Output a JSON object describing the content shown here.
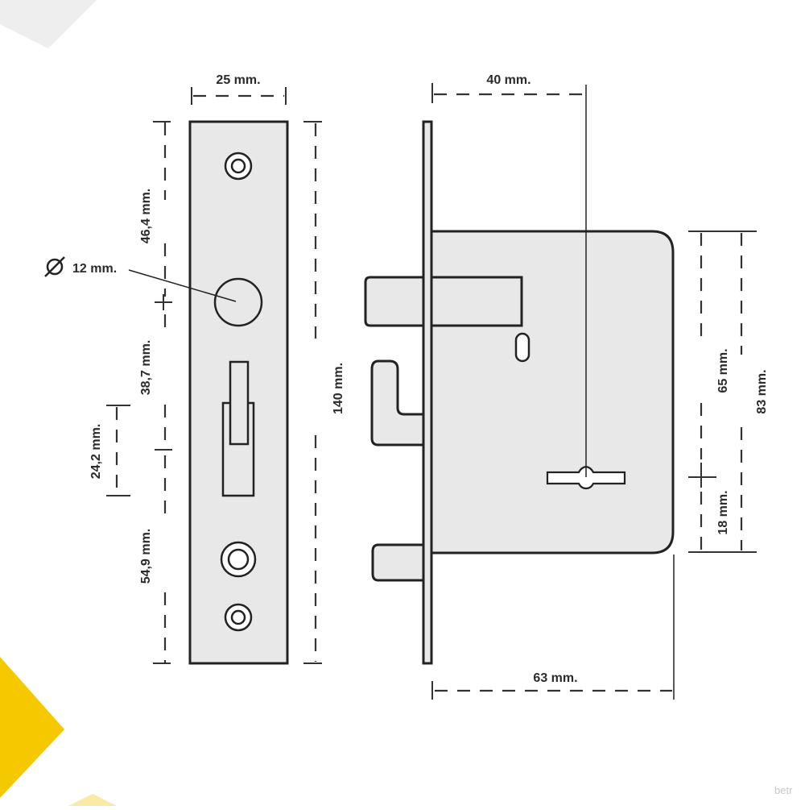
{
  "diagram": {
    "labels": {
      "faceplate_width": "25 mm.",
      "top_to_hole": "46,4 mm.",
      "hole_diameter": "12 mm.",
      "hole_to_slot": "38,7 mm.",
      "slot_height": "24,2 mm.",
      "slot_to_bottom": "54,9 mm.",
      "total_height": "140 mm.",
      "backset": "40 mm.",
      "body_height": "65 mm.",
      "body_total": "83 mm.",
      "key_to_bottom": "18 mm.",
      "depth": "63 mm."
    },
    "watermark": "betr"
  },
  "colors": {
    "background": "#ffffff",
    "part_fill": "#e8e8e9",
    "outline": "#222222",
    "corner_light": "#eeeeee",
    "accent_yellow": "#f5c800",
    "accent_yellow_light": "#fbe9a6"
  }
}
